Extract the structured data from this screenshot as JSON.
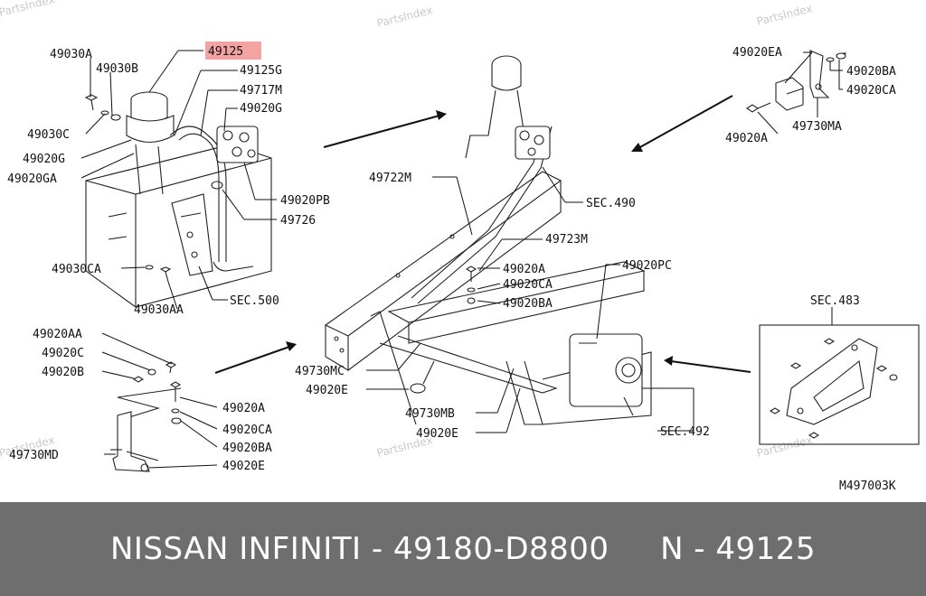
{
  "watermarks": [
    "PartsIndex",
    "PartsIndex",
    "PartsIndex",
    "PartsIndex",
    "PartsIndex"
  ],
  "labels": {
    "l49030A": "49030A",
    "l49030B": "49030B",
    "l49125": "49125",
    "l49125G": "49125G",
    "l49717M": "49717M",
    "l49020G_a": "49020G",
    "l49030C": "49030C",
    "l49020G_b": "49020G",
    "l49020GA": "49020GA",
    "l49020PB": "49020PB",
    "l49726": "49726",
    "l49030CA": "49030CA",
    "l49030AA": "49030AA",
    "lSEC500": "SEC.500",
    "l49722M": "49722M",
    "lSEC490": "SEC.490",
    "l49723M": "49723M",
    "l49020A_c": "49020A",
    "l49020CA_c": "49020CA",
    "l49020BA_c": "49020BA",
    "l49020PC": "49020PC",
    "l49020EA": "49020EA",
    "l49020BA_tr": "49020BA",
    "l49020CA_tr": "49020CA",
    "l49020A_tr": "49020A",
    "l49730MA": "49730MA",
    "lSEC483": "SEC.483",
    "l49730MC": "49730MC",
    "l49020E_c": "49020E",
    "l49730MB": "49730MB",
    "l49020E_c2": "49020E",
    "lSEC492": "SEC.492",
    "l49020AA": "49020AA",
    "l49020C": "49020C",
    "l49020B": "49020B",
    "l49730MD": "49730MD",
    "l49020A_bl": "49020A",
    "l49020CA_bl": "49020CA",
    "l49020BA_bl": "49020BA",
    "l49020E_bl": "49020E",
    "lM497003K": "M497003K"
  },
  "highlight_color": "#f4a3a3",
  "banner": {
    "text": "NISSAN INFINITI - 49180-D8800     N - 49125",
    "background": "#6e6e6e",
    "color": "#ffffff"
  }
}
